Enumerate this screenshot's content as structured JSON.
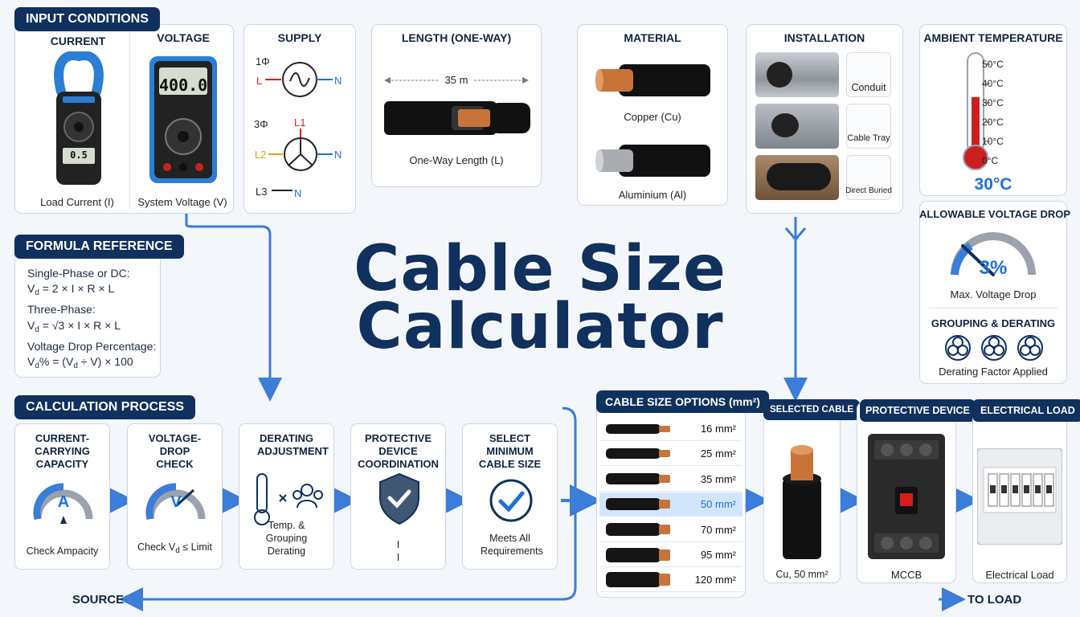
{
  "title": {
    "line1": "Cable Size",
    "line2": "Calculator"
  },
  "input_conditions": {
    "header": "INPUT CONDITIONS",
    "current": {
      "title": "CURRENT",
      "label": "Load Current (I)",
      "display": "0.5"
    },
    "voltage": {
      "title": "VOLTAGE",
      "label": "System Voltage (V)",
      "display": "400.0"
    }
  },
  "supply": {
    "title": "SUPPLY",
    "one_phase": {
      "tag": "1Φ",
      "l": "L",
      "n": "N"
    },
    "three_phase": {
      "tag": "3Φ",
      "l1": "L1",
      "l2": "L2",
      "l3": "L3",
      "n": "N"
    }
  },
  "length": {
    "title": "LENGTH (ONE-WAY)",
    "value": "35 m",
    "label": "One-Way Length (L)"
  },
  "material": {
    "title": "MATERIAL",
    "copper": "Copper (Cu)",
    "aluminium": "Aluminium (Al)"
  },
  "installation": {
    "title": "INSTALLATION",
    "items": [
      "Conduit",
      "Cable Tray",
      "Direct Buried"
    ]
  },
  "ambient": {
    "title": "AMBIENT TEMPERATURE",
    "ticks": [
      "50°C",
      "40°C",
      "30°C",
      "20°C",
      "10°C",
      "0°C"
    ],
    "value": "30°C",
    "fill_fraction": 0.6
  },
  "voltage_drop": {
    "title": "ALLOWABLE VOLTAGE DROP",
    "value": "3%",
    "label": "Max. Voltage Drop"
  },
  "grouping": {
    "title": "GROUPING & DERATING",
    "label": "Derating Factor Applied"
  },
  "formula": {
    "header": "FORMULA REFERENCE",
    "single_title": "Single-Phase or DC:",
    "single": "= 2 × I × R × L",
    "three_title": "Three-Phase:",
    "three": "= √3 × I × R × L",
    "pct_title": "Voltage Drop Percentage:",
    "pct": "% = (V",
    "pct_end": "÷ V) × 100",
    "vd": "V",
    "d": "d"
  },
  "process": {
    "header": "CALCULATION PROCESS",
    "steps": [
      {
        "title": "CURRENT-CARRYING CAPACITY",
        "label": "Check Ampacity",
        "gauge_letter": "A"
      },
      {
        "title": "VOLTAGE-DROP CHECK",
        "label": "Check V",
        "label_sub": "d",
        "label_end": "≤ Limit",
        "gauge_letter": "V"
      },
      {
        "title": "DERATING ADJUSTMENT",
        "label": "Temp. & Grouping Derating"
      },
      {
        "title": "PROTECTIVE DEVICE COORDINATION",
        "label1": "I",
        "label2": "I"
      },
      {
        "title": "SELECT MINIMUM CABLE SIZE",
        "label": "Meets All Requirements"
      }
    ]
  },
  "cable_options": {
    "header": "CABLE SIZE OPTIONS (mm²)",
    "sizes": [
      "16 mm²",
      "25 mm²",
      "35 mm²",
      "50 mm²",
      "70 mm²",
      "95 mm²",
      "120 mm²"
    ],
    "selected_index": 3
  },
  "selected_cable": {
    "header": "SELECTED CABLE",
    "label": "Cu, 50 mm²"
  },
  "protective_device": {
    "header": "PROTECTIVE DEVICE",
    "label": "MCCB"
  },
  "electrical_load": {
    "header": "ELECTRICAL LOAD",
    "label": "Electrical Load"
  },
  "footer": {
    "source": "SOURCE",
    "to_load": "TO LOAD"
  },
  "colors": {
    "navy": "#10305e",
    "accent": "#3b7dd8",
    "red": "#d41e1e",
    "selected_row": "#d3e5fb"
  }
}
